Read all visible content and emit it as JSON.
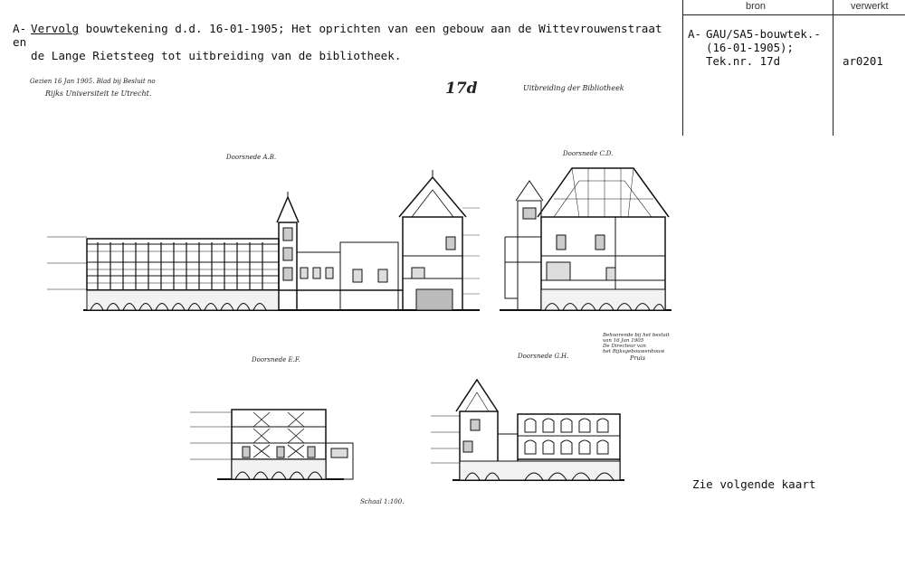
{
  "description": {
    "prefix": "A-",
    "highlight": "Vervolg",
    "line1_rest": " bouwtekening d.d. 16-01-1905; Het oprichten van een gebouw aan de Wittevrouwenstraat en",
    "line2": "de Lange Rietsteeg tot uitbreiding van de bibliotheek."
  },
  "table": {
    "header_bron": "bron",
    "header_verwerkt": "verwerkt",
    "bron_prefix": "A-",
    "bron_line1": "GAU/SA5-bouwtek.-",
    "bron_line2": "(16-01-1905);",
    "bron_line3": "Tek.nr. 17d",
    "verwerkt_value": "ar0201"
  },
  "sheet": {
    "top_left_line1": "Gezien 16 Jan 1905. Blad bij Besluit no",
    "top_left_line2": "Rijks Universiteit te Utrecht.",
    "sheet_number": "17d",
    "sheet_title": "Uitbreiding der Bibliotheek",
    "section_ab": "Doorsnede A.B.",
    "section_cd": "Doorsnede C.D.",
    "section_ef": "Doorsnede E.F.",
    "section_gh": "Doorsnede G.H.",
    "scale": "Schaal 1:100.",
    "stamp_lines": [
      "Behoorende bij het besluit",
      "van 16 Jan 1905",
      "De Directeur van",
      "het Rijksgebouwenbouw",
      "Pruis"
    ]
  },
  "footer_note": "Zie volgende kaart"
}
